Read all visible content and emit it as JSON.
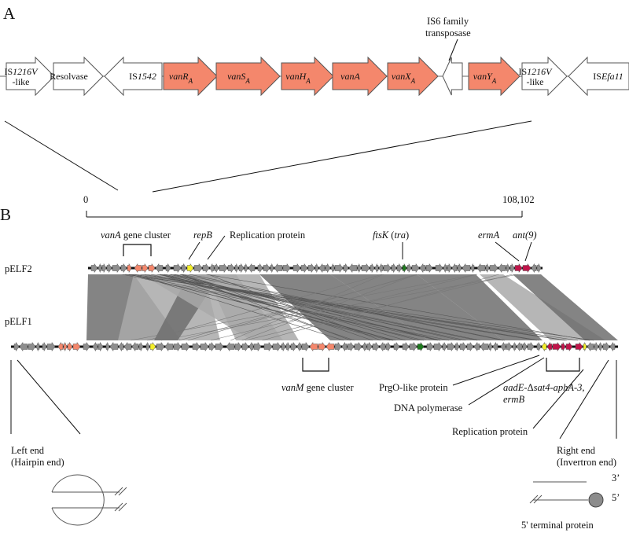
{
  "panel_a": {
    "letter": "A",
    "transposase_label_1": "IS6 family",
    "transposase_label_2": "transposase",
    "genes": [
      {
        "dir": "R",
        "style": "white",
        "name": "IS",
        "italic": "1216V",
        "line2": "-like"
      },
      {
        "dir": "R",
        "style": "white",
        "name": "Resolvase"
      },
      {
        "dir": "L",
        "style": "white",
        "name": "IS",
        "italic": "1542"
      },
      {
        "dir": "R",
        "style": "orange",
        "name": "vanR",
        "sub": "A"
      },
      {
        "dir": "R",
        "style": "orange",
        "name": "vanS",
        "sub": "A"
      },
      {
        "dir": "R",
        "style": "orange",
        "name": "vanH",
        "sub": "A"
      },
      {
        "dir": "R",
        "style": "orange",
        "name": "vanA"
      },
      {
        "dir": "R",
        "style": "orange",
        "name": "vanX",
        "sub": "A"
      },
      {
        "dir": "L",
        "style": "white",
        "name": ""
      },
      {
        "dir": "R",
        "style": "orange",
        "name": "vanY",
        "sub": "A"
      },
      {
        "dir": "R",
        "style": "white",
        "name": "IS",
        "italic": "1216V",
        "line2": "-like"
      },
      {
        "dir": "L",
        "style": "white",
        "name": "IS",
        "italic": "Efa11"
      }
    ]
  },
  "panel_b": {
    "letter": "B",
    "scale_start": "0",
    "scale_end": "108,102",
    "plasmid_top": "pELF2",
    "plasmid_bottom": "pELF1",
    "top_labels": {
      "vana_italic": "vanA",
      "vana_rest": " gene cluster",
      "repb": "repB",
      "replication": "Replication protein",
      "ftsk": "ftsK",
      "tra": "tra",
      "erma": "ermA",
      "ant9": "ant(9)"
    },
    "bottom_labels": {
      "vanm_italic": "vanM",
      "vanm_rest": " gene cluster",
      "prgo": "PrgO-like protein",
      "dna_pol": "DNA polymerase",
      "aade_1": "aadE-",
      "aade_delta": "Δ",
      "aade_2": "sat4-aphA-3,",
      "ermb": "ermB",
      "replication": "Replication protein",
      "left_end_1": "Left end",
      "left_end_2": "(Hairpin end)",
      "right_end_1": "Right end",
      "right_end_2": "(Invertron end)",
      "three_prime": "3’",
      "five_prime": "5’",
      "terminal_protein": "5' terminal protein"
    }
  },
  "colors": {
    "van_orange": "#f4876c",
    "resistance_red": "#c0154a",
    "replication_yellow": "#f4ef2a",
    "tra_green": "#1e7a1e",
    "gene_gray": "#8e8e8e",
    "synteny_dark": "#6f6f6f",
    "synteny_light": "#a9a9a9"
  }
}
